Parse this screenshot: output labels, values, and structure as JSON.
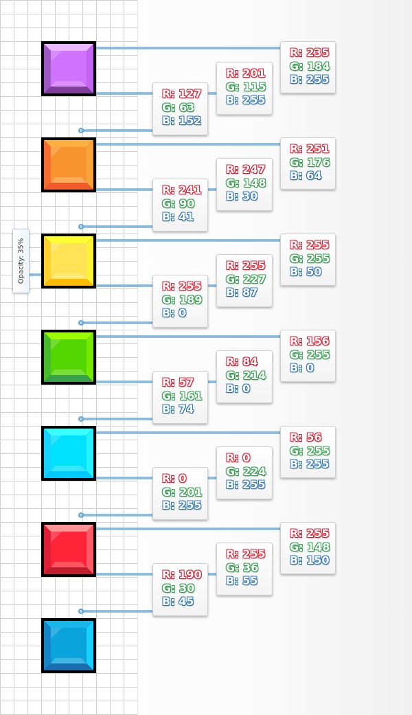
{
  "colors": {
    "red_channel": "#e8192c",
    "green_channel": "#2fa14a",
    "blue_channel": "#2b76c0",
    "connector": "#2d86c4",
    "connector_dot": "#a8d4f2"
  },
  "opacity_note": "Opacity: 35%",
  "swatches": [
    {
      "name": "purple",
      "face": "#cf73ff",
      "top": "#ebb8ff",
      "left": "#9e58c4",
      "right": "#c264f2",
      "bottom": "#7f3f98",
      "labels": [
        {
          "r": "R: 235",
          "g": "G: 184",
          "b": "B: 255"
        },
        {
          "r": "R: 201",
          "g": "G: 115",
          "b": "B: 255"
        },
        {
          "r": "R: 127",
          "g": "G: 63",
          "b": "B: 152"
        }
      ]
    },
    {
      "name": "orange",
      "face": "#f7942e",
      "top": "#fbb040",
      "left": "#f56d31",
      "right": "#f8a23a",
      "bottom": "#f15a29",
      "labels": [
        {
          "r": "R: 251",
          "g": "G: 176",
          "b": "B: 64"
        },
        {
          "r": "R: 247",
          "g": "G: 148",
          "b": "B: 30"
        },
        {
          "r": "R: 241",
          "g": "G: 90",
          "b": "B: 41"
        }
      ]
    },
    {
      "name": "yellow",
      "face": "#ffe357",
      "top": "#ffff32",
      "left": "#ffd030",
      "right": "#fff03a",
      "bottom": "#ffbd00",
      "labels": [
        {
          "r": "R: 255",
          "g": "G: 255",
          "b": "B: 50"
        },
        {
          "r": "R: 255",
          "g": "G: 227",
          "b": "B: 87"
        },
        {
          "r": "R: 255",
          "g": "G: 189",
          "b": "B: 0"
        }
      ]
    },
    {
      "name": "green",
      "face": "#54d600",
      "top": "#9cff00",
      "left": "#48bb2a",
      "right": "#78e800",
      "bottom": "#39a14a",
      "labels": [
        {
          "r": "R: 156",
          "g": "G: 255",
          "b": "B: 0"
        },
        {
          "r": "R: 84",
          "g": "G: 214",
          "b": "B: 0"
        },
        {
          "r": "R: 57",
          "g": "G: 161",
          "b": "B: 74"
        }
      ]
    },
    {
      "name": "cyan",
      "face": "#00e0ff",
      "top": "#38ffff",
      "left": "#14d4ff",
      "right": "#28f0ff",
      "bottom": "#00c9ff",
      "labels": [
        {
          "r": "R: 56",
          "g": "G: 255",
          "b": "B: 255"
        },
        {
          "r": "R: 0",
          "g": "G: 224",
          "b": "B: 255"
        },
        {
          "r": "R: 0",
          "g": "G: 201",
          "b": "B: 255"
        }
      ]
    },
    {
      "name": "red",
      "face": "#ff2437",
      "top": "#ff9496",
      "left": "#e01e36",
      "right": "#ff5a66",
      "bottom": "#be1e2d",
      "labels": [
        {
          "r": "R: 255",
          "g": "G: 148",
          "b": "B: 150"
        },
        {
          "r": "R: 255",
          "g": "G: 36",
          "b": "B: 55"
        },
        {
          "r": "R: 190",
          "g": "G: 30",
          "b": "B: 45"
        }
      ]
    },
    {
      "name": "blue",
      "face": "#0aa3dc",
      "top": "#1ab8ea",
      "left": "#1486c8",
      "right": "#18cfff",
      "bottom": "#1a6fb0",
      "labels": []
    }
  ]
}
